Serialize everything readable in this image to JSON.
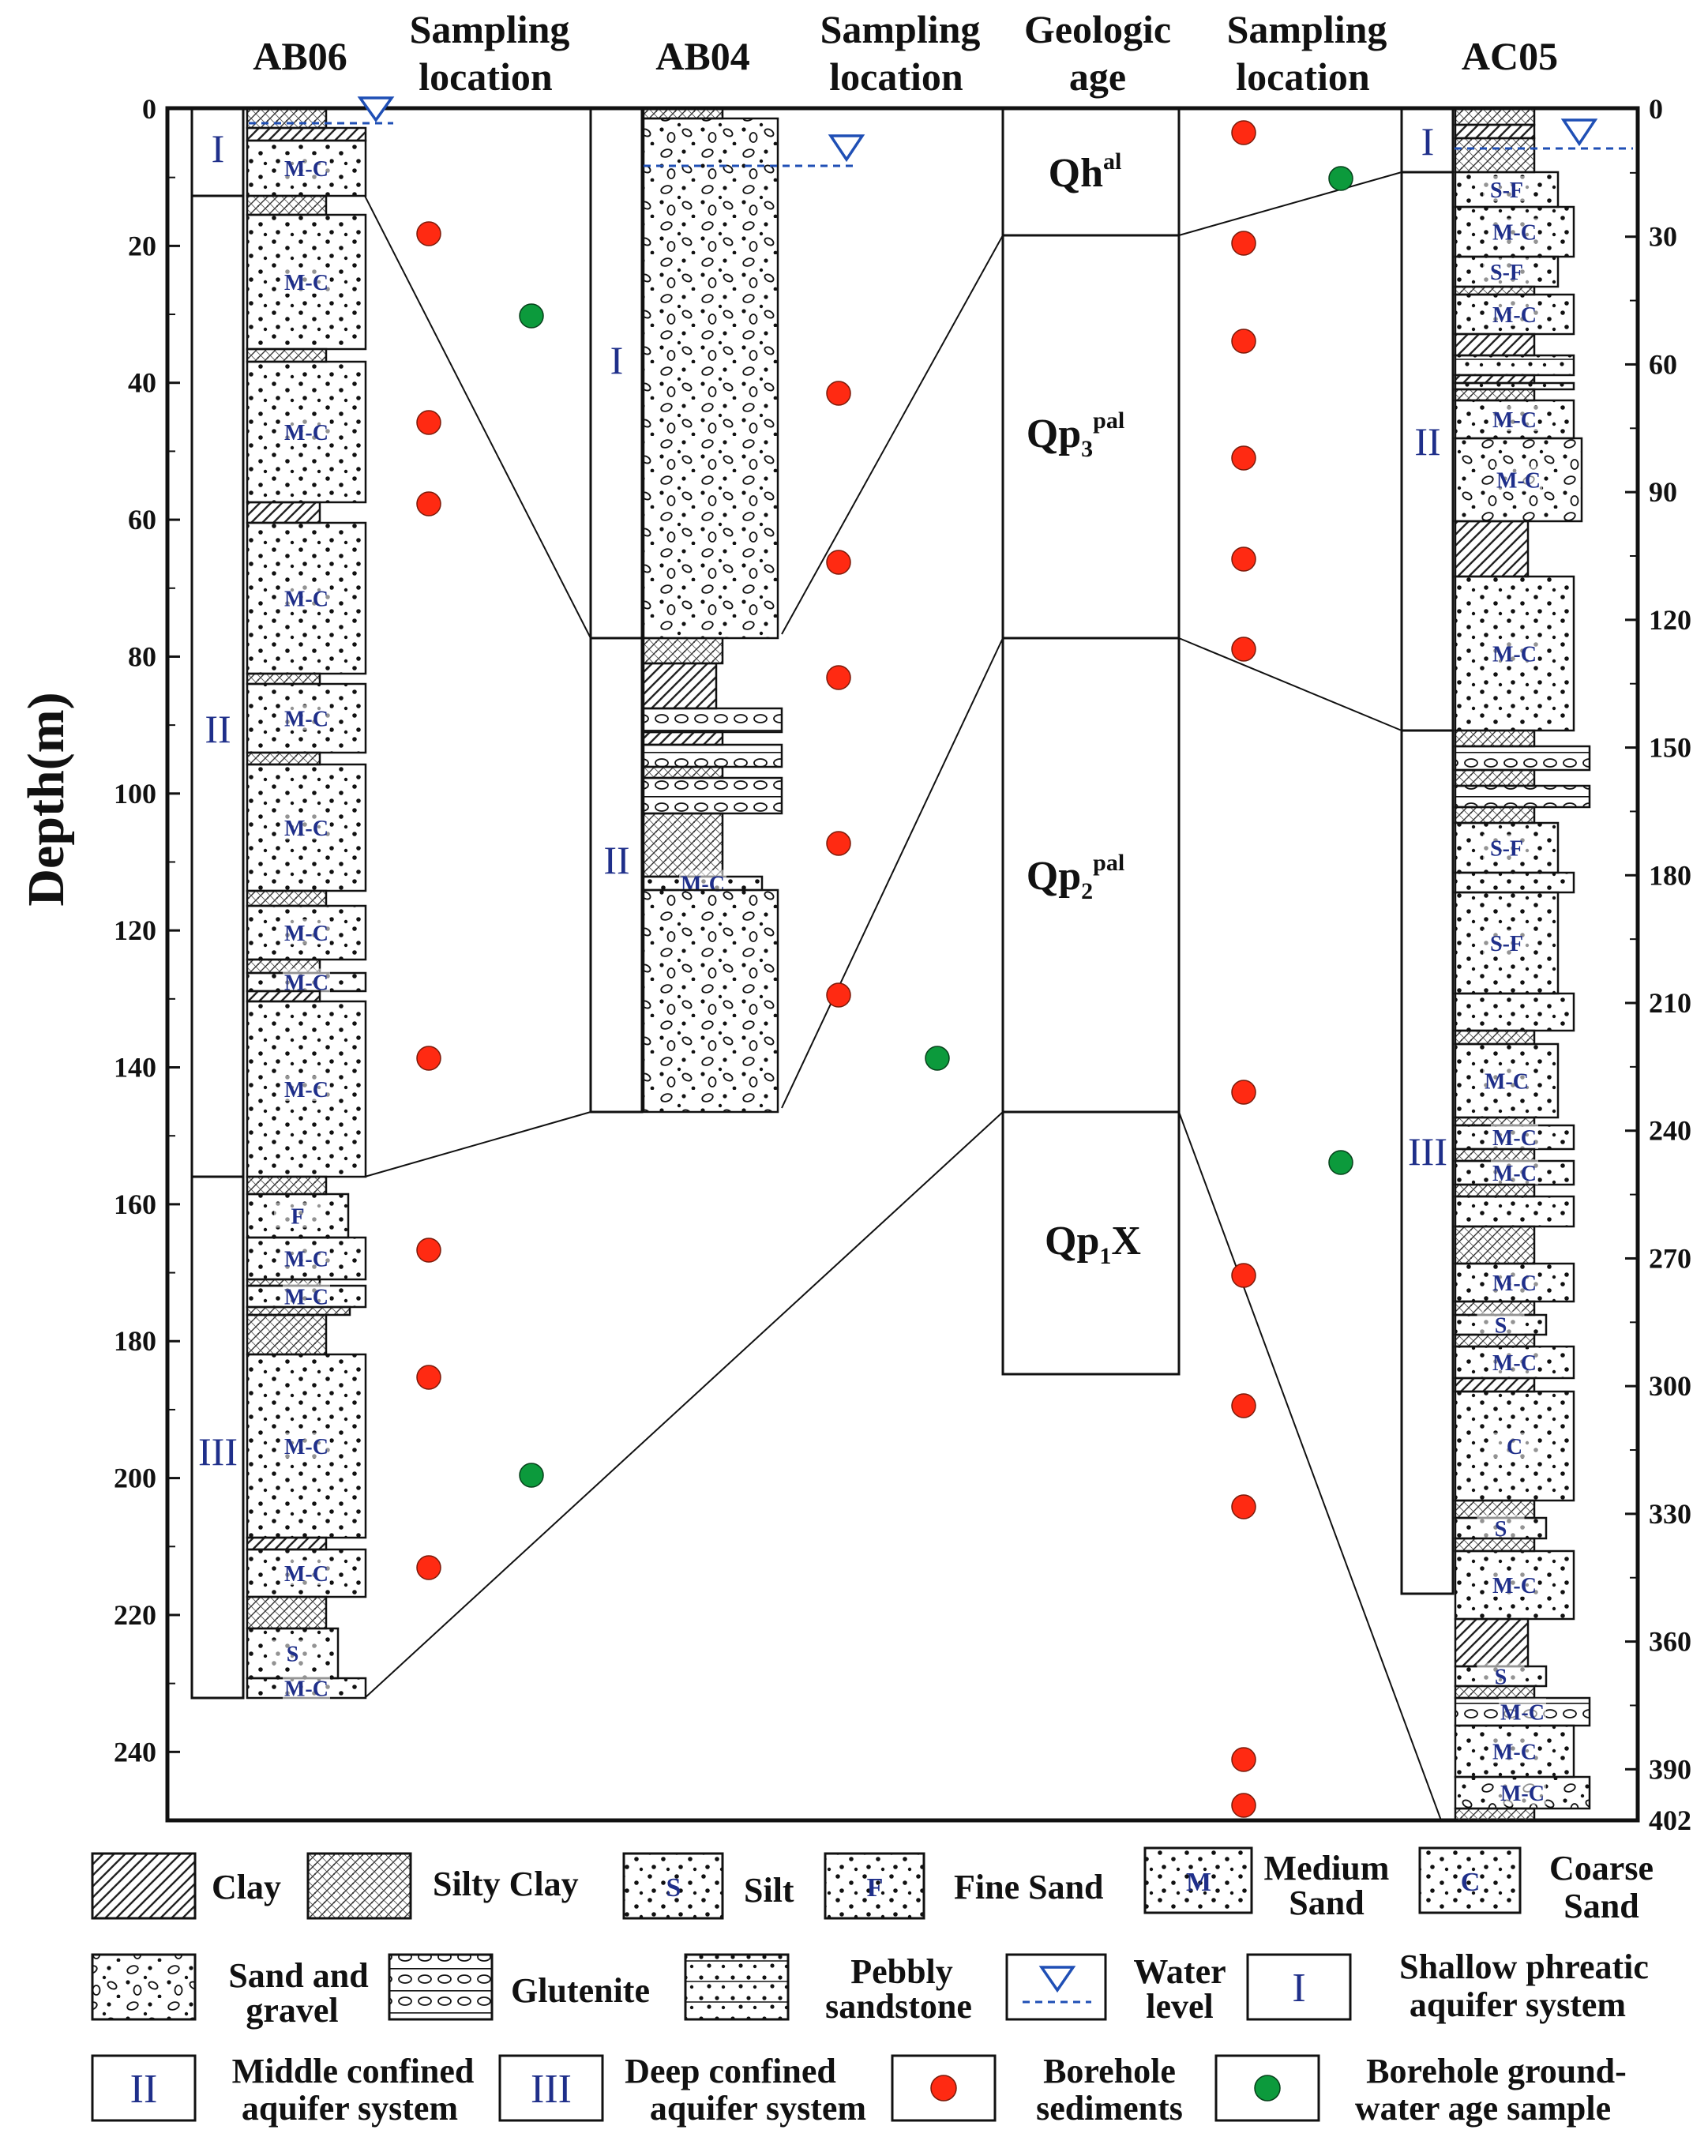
{
  "columns": {
    "ab06": "AB06",
    "ab04": "AB04",
    "ac05": "AC05",
    "sampling1": [
      "Sampling",
      "location"
    ],
    "sampling2": [
      "Sampling",
      "location"
    ],
    "sampling3": [
      "Sampling",
      "location"
    ],
    "geologic_age": [
      "Geologic",
      "age"
    ]
  },
  "axis": {
    "ylabel": "Depth(m)",
    "left_ticks": [
      "0",
      "20",
      "40",
      "60",
      "80",
      "100",
      "120",
      "140",
      "160",
      "180",
      "200",
      "220",
      "240"
    ],
    "right_ticks": [
      "0",
      "30",
      "60",
      "90",
      "120",
      "150",
      "180",
      "210",
      "240",
      "270",
      "300",
      "330",
      "360",
      "390",
      "402"
    ]
  },
  "aquifers": {
    "ab06": [
      "I",
      "II",
      "III"
    ],
    "ab04": [
      "I",
      "II"
    ],
    "ac05": [
      "I",
      "II",
      "III"
    ]
  },
  "ages": {
    "qh": {
      "base": "Qh",
      "sup": "al"
    },
    "qp3": {
      "base": "Qp",
      "sub": "3",
      "sup": "pal"
    },
    "qp2": {
      "base": "Qp",
      "sub": "2",
      "sup": "pal"
    },
    "qp1": {
      "base": "Qp",
      "sub": "1",
      "tail": "X"
    }
  },
  "lith_labels": {
    "ab06": [
      "M-C",
      "M-C",
      "M-C",
      "M-C",
      "M-C",
      "M-C",
      "M-C",
      "M-C",
      "M-C",
      "F",
      "M-C",
      "M-C",
      "M-C",
      "M-C",
      "S",
      "M-C"
    ],
    "ab04": [
      "M-C"
    ],
    "ac05": [
      "S-F",
      "M-C",
      "S-F",
      "M-C",
      "M-C",
      "M-C",
      "M-C",
      "S-F",
      "S-F",
      "M-C",
      "M-C",
      "M-C",
      "M-C",
      "S",
      "M-C",
      "C",
      "S",
      "M-C",
      "S",
      "M-C",
      "M-C",
      "M-C"
    ]
  },
  "legend": {
    "clay": "Clay",
    "silty_clay": "Silty Clay",
    "silt": "Silt",
    "silt_sym": "S",
    "fine_sand": "Fine Sand",
    "fine_sym": "F",
    "medium_sand": [
      "Medium",
      "Sand"
    ],
    "medium_sym": "M",
    "coarse_sand": [
      "Coarse",
      "Sand"
    ],
    "coarse_sym": "C",
    "sand_gravel": [
      "Sand and",
      "gravel"
    ],
    "glutenite": "Glutenite",
    "pebbly": [
      "Pebbly",
      "sandstone"
    ],
    "water_level": [
      "Water",
      "level"
    ],
    "shallow": [
      "Shallow phreatic",
      "aquifer system"
    ],
    "shallow_sym": "I",
    "middle": [
      "Middle confined",
      "aquifer system"
    ],
    "middle_sym": "II",
    "deep": [
      "Deep confined",
      "aquifer system"
    ],
    "deep_sym": "III",
    "borehole_sed": [
      "Borehole",
      "sediments"
    ],
    "borehole_gw": [
      "Borehole ground-",
      "water age sample"
    ]
  },
  "colors": {
    "sediment_sample": "#ff2a12",
    "groundwater_sample": "#0c9a3c",
    "water_level": "#1f4fb5",
    "roman_numeral": "#1f2f8a"
  }
}
